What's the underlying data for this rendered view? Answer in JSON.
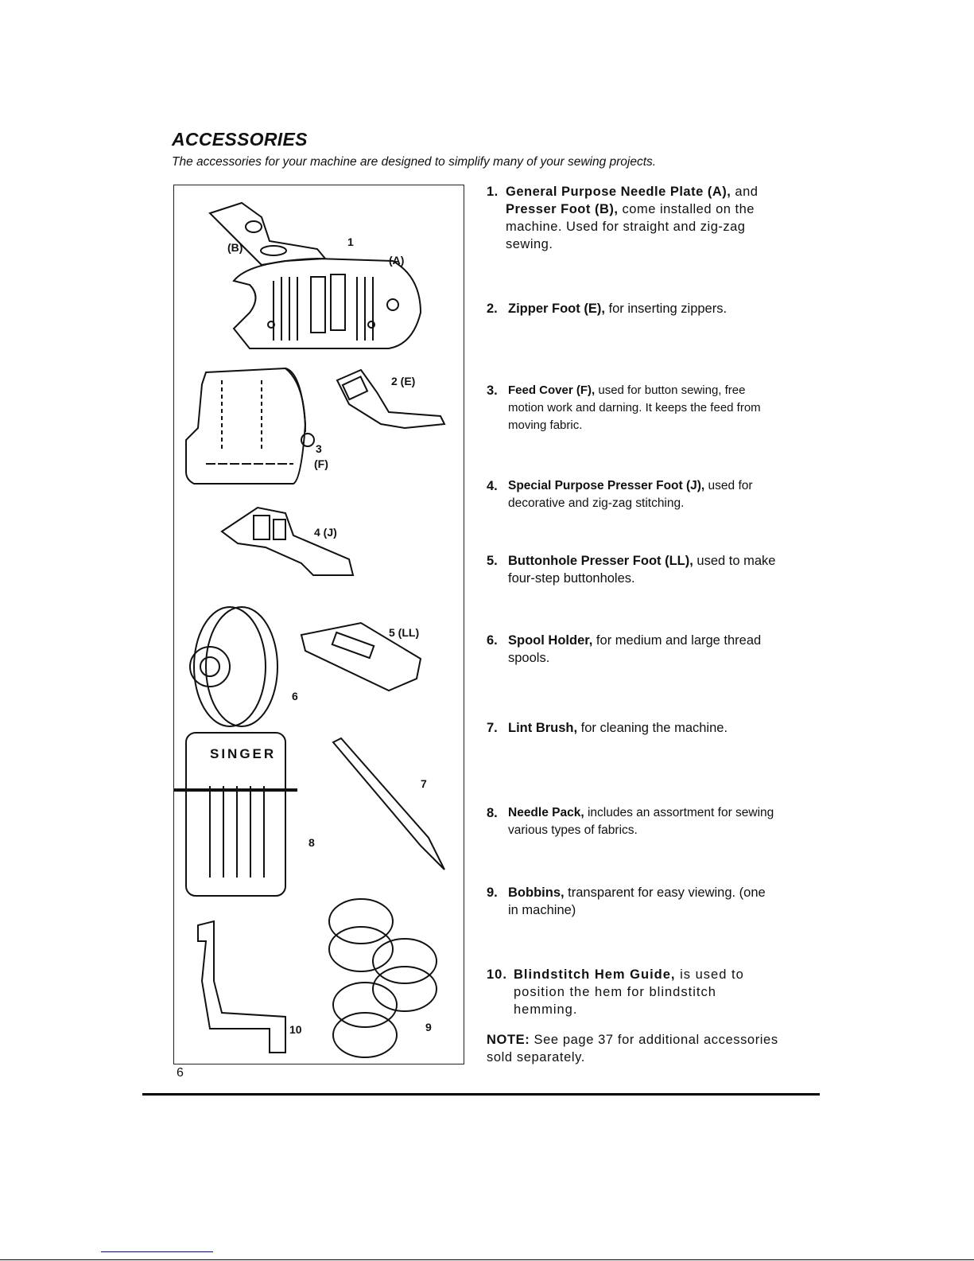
{
  "heading": {
    "title": "ACCESSORIES",
    "subtitle": "The accessories for your machine are designed to simplify many of your sewing projects."
  },
  "figure": {
    "labels": {
      "b": "(B)",
      "one": "1",
      "a": "(A)",
      "two_e": "2 (E)",
      "three": "3",
      "f": "(F)",
      "four_j": "4 (J)",
      "five_ll": "5 (LL)",
      "six": "6",
      "seven": "7",
      "eight": "8",
      "nine": "9",
      "ten": "10"
    },
    "needle_pack_brand": "SINGER"
  },
  "items": [
    {
      "num": "1.",
      "bold": "General Purpose Needle Plate (A),",
      "mid": " and ",
      "bold2": "Presser Foot (B),",
      "rest": " come installed on the machine. Used for straight and zig-zag sewing."
    },
    {
      "num": "2.",
      "bold": "Zipper Foot (E),",
      "rest": " for inserting zippers."
    },
    {
      "num": "3.",
      "bold": "Feed Cover (F),",
      "rest": " used for button sewing, free motion work and darning. It keeps the feed from moving fabric."
    },
    {
      "num": "4.",
      "bold": "Special Purpose Presser Foot (J),",
      "rest": " used for decorative and zig-zag stitching."
    },
    {
      "num": "5.",
      "bold": "Buttonhole Presser Foot (LL),",
      "rest": " used to make four-step buttonholes."
    },
    {
      "num": "6.",
      "bold": "Spool Holder,",
      "rest": " for medium and large thread spools."
    },
    {
      "num": "7.",
      "bold": "Lint Brush,",
      "rest": " for cleaning the machine."
    },
    {
      "num": "8.",
      "bold": "Needle Pack,",
      "rest": " includes an assortment for sewing various types of fabrics."
    },
    {
      "num": "9.",
      "bold": "Bobbins,",
      "rest": " transparent for easy viewing. (one in machine)"
    },
    {
      "num": "10.",
      "bold": "Blindstitch Hem Guide,",
      "rest": " is used to position the hem for blindstitch hemming."
    }
  ],
  "note": {
    "label": "NOTE:",
    "text": " See page 37 for additional accessories sold separately."
  },
  "page_number": "6"
}
